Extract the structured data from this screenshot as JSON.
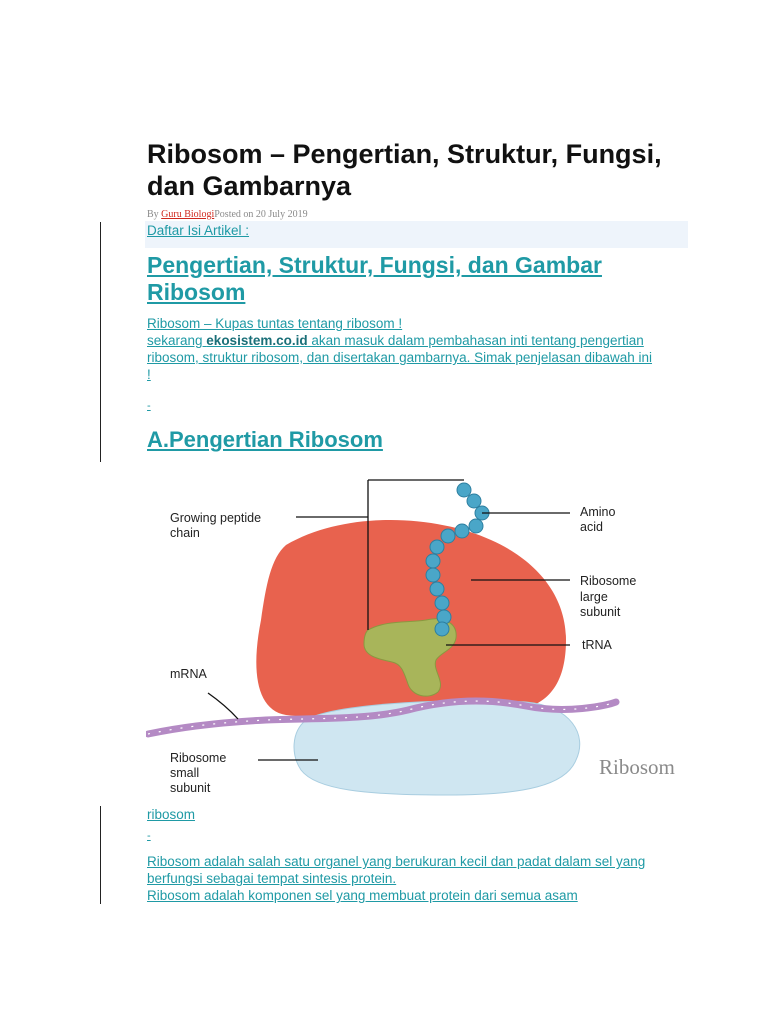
{
  "article": {
    "title": "Ribosom – Pengertian, Struktur, Fungsi, dan Gambarnya",
    "byline": {
      "by": "By ",
      "author": "Guru Biologi",
      "posted": "Posted on 20 July 2019"
    },
    "toc_label": "Daftar Isi Artikel :",
    "heading": "Pengertian, Struktur, Fungsi, dan Gambar Ribosom",
    "intro_line1": "Ribosom – Kupas tuntas tentang ribosom !",
    "intro_line2_prefix": "sekarang ",
    "intro_site": "ekosistem.co.id",
    "intro_line2_rest": " akan masuk dalam pembahasan inti tentang pengertian ribosom, struktur ribosom, dan disertakan gambarnya. Simak penjelasan dibawah ini !",
    "dash": "-",
    "section_heading": "A.Pengertian Ribosom",
    "caption": "ribosom",
    "body_p1": "Ribosom adalah salah satu organel yang berukuran kecil dan padat dalam sel yang berfungsi sebagai tempat sintesis protein.",
    "body_p2": "Ribosom adalah komponen sel yang membuat protein dari semua asam"
  },
  "figure": {
    "labels": {
      "growing_1": "Growing peptide",
      "growing_2": "chain",
      "amino_1": "Amino",
      "amino_2": "acid",
      "large_1": "Ribosome",
      "large_2": "large",
      "large_3": "subunit",
      "trna": "tRNA",
      "mrna": "mRNA",
      "small_1": "Ribosome",
      "small_2": "small",
      "small_3": "subunit",
      "watermark": "Ribosom"
    },
    "colors": {
      "large_subunit": "#e8624e",
      "small_subunit": "#cfe6f1",
      "amino_bead": "#4aa6c8",
      "trna": "#a8b55a",
      "mrna": "#b48ac4",
      "link_text": "#1f9aa5"
    }
  }
}
